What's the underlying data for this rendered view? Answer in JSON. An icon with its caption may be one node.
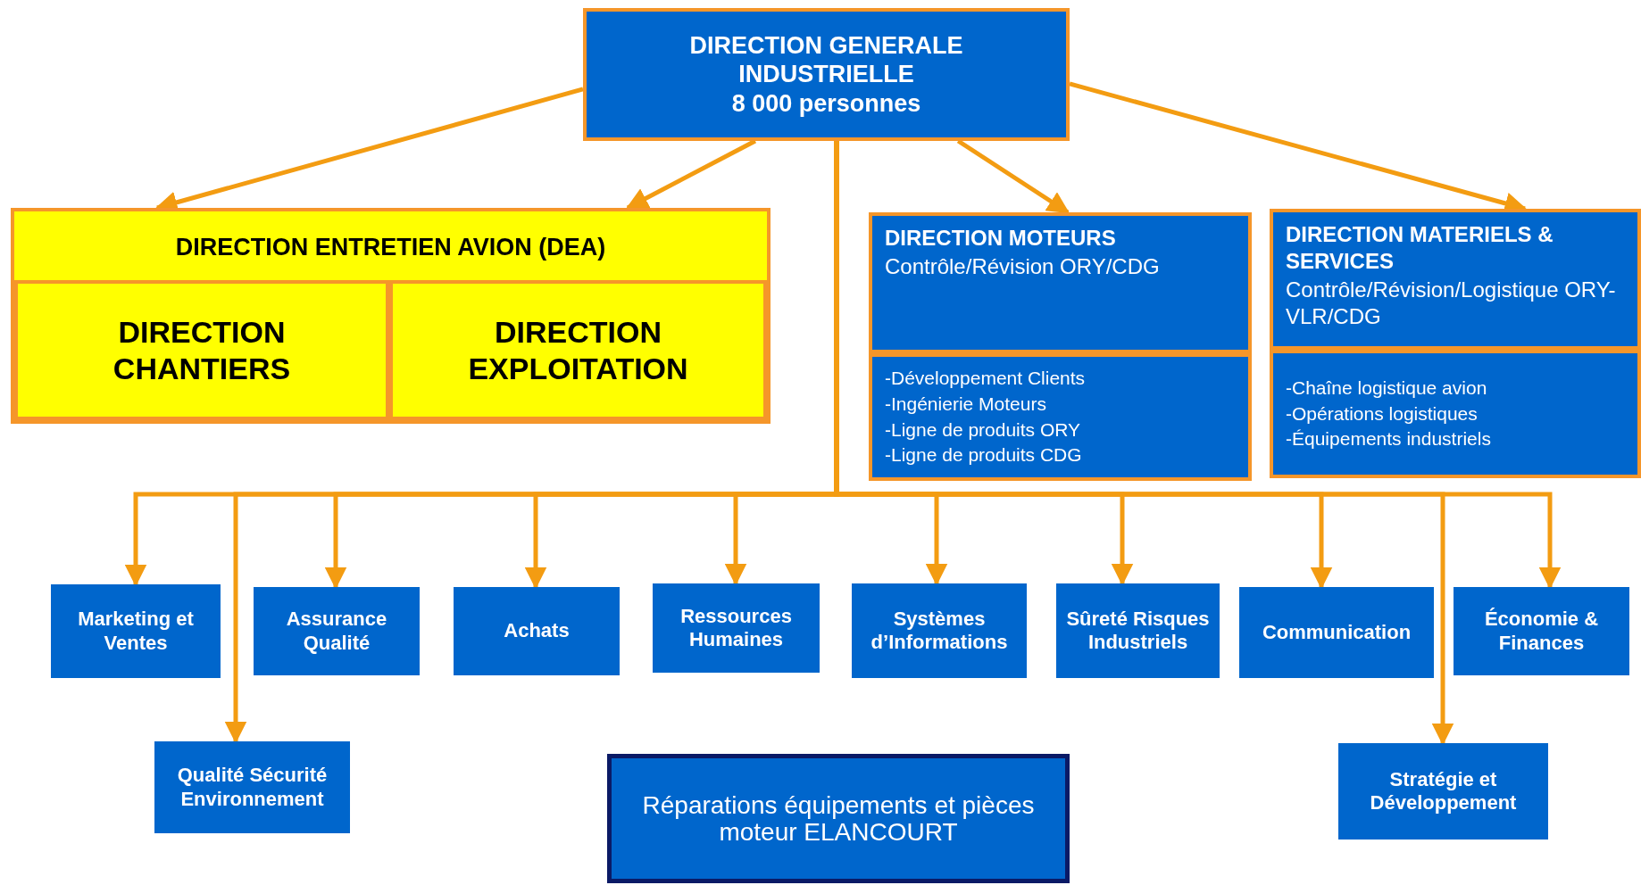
{
  "diagram": {
    "nodes": [
      {
        "text": [
          "DIRECTION GENERALE INDUSTRIELLE",
          "8 000 personnes"
        ]
      },
      {
        "text": [
          "DIRECTION ENTRETIEN AVION (DEA)"
        ]
      },
      {
        "text": [
          "DIRECTION CHANTIERS"
        ],
        "in": 1
      },
      {
        "text": [
          "DIRECTION EXPLOITATION"
        ],
        "in": 1
      },
      {
        "text": [
          "DIRECTION MOTEURS",
          "Contrôle/Révision ORY/CDG"
        ]
      },
      {
        "text": [
          "-Développement Clients",
          "-Ingénierie Moteurs",
          "-Ligne de produits ORY",
          "-Ligne de produits CDG"
        ]
      },
      {
        "text": [
          "DIRECTION MATERIELS & SERVICES",
          "Contrôle/Révision/Logistique ORY- VLR/CDG"
        ]
      },
      {
        "text": [
          "-Chaîne logistique avion",
          "-Opérations logistiques",
          "-Équipements industriels"
        ]
      },
      {
        "text": [
          "Marketing et Ventes"
        ]
      },
      {
        "text": [
          "Assurance Qualité"
        ]
      },
      {
        "text": [
          "Achats"
        ]
      },
      {
        "text": [
          "Ressources Humaines"
        ]
      },
      {
        "text": [
          "Systèmes d’Informations"
        ]
      },
      {
        "text": [
          "Sûreté Risques Industriels"
        ]
      },
      {
        "text": [
          "Communication"
        ]
      },
      {
        "text": [
          "Économie & Finances"
        ]
      },
      {
        "text": [
          "Qualité Sécurité Environnement"
        ]
      },
      {
        "text": [
          "Réparations équipements et pièces moteur ELANCOURT"
        ]
      },
      {
        "text": [
          "Stratégie et Développement"
        ]
      }
    ],
    "edges": [
      {
        "from": 0,
        "to": 1,
        "arrow": "to"
      },
      {
        "from": 0,
        "to": 1,
        "arrow": "to"
      },
      {
        "from": 0,
        "to": 4,
        "arrow": "to"
      },
      {
        "from": 0,
        "to": 6,
        "arrow": "to"
      },
      {
        "from": 0,
        "to": 8,
        "arrow": "to"
      },
      {
        "from": 0,
        "to": 16,
        "arrow": "to"
      },
      {
        "from": 0,
        "to": 9,
        "arrow": "to"
      },
      {
        "from": 0,
        "to": 10,
        "arrow": "to"
      },
      {
        "from": 0,
        "to": 11,
        "arrow": "to"
      },
      {
        "from": 0,
        "to": 12,
        "arrow": "to"
      },
      {
        "from": 0,
        "to": 13,
        "arrow": "to"
      },
      {
        "from": 0,
        "to": 14,
        "arrow": "to"
      },
      {
        "from": 0,
        "to": 18,
        "arrow": "to"
      },
      {
        "from": 0,
        "to": 15,
        "arrow": "to"
      }
    ]
  }
}
